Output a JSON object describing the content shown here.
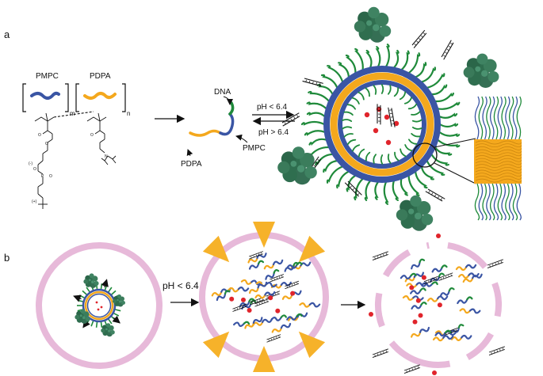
{
  "panels": {
    "a": {
      "letter": "a"
    },
    "b": {
      "letter": "b"
    }
  },
  "labels": {
    "pmpc": "PMPC",
    "pdpa": "PDPA",
    "m": "m",
    "n": "n",
    "dna": "DNA",
    "pdpa_strand": "PDPA",
    "pmpc_strand": "PMPC",
    "ph_low": "pH < 6.4",
    "ph_high": "pH > 6.4",
    "ph_low_b": "pH < 6.4"
  },
  "chem_atoms": {
    "o1": "O",
    "o2": "O",
    "o3": "O",
    "o4": "O",
    "o5": "O",
    "minus": "(-)",
    "p": "P",
    "plus": "(+)",
    "n_amine": "N"
  },
  "colors": {
    "pmpc_blue": "#3a55a4",
    "pdpa_orange": "#f4a81d",
    "dna_green": "#1f8a3a",
    "cargo_red": "#e0242b",
    "membrane_pink": "#e7b9d9",
    "protein_green": "#2f6e4f",
    "burst_yellow": "#f6b22a"
  }
}
